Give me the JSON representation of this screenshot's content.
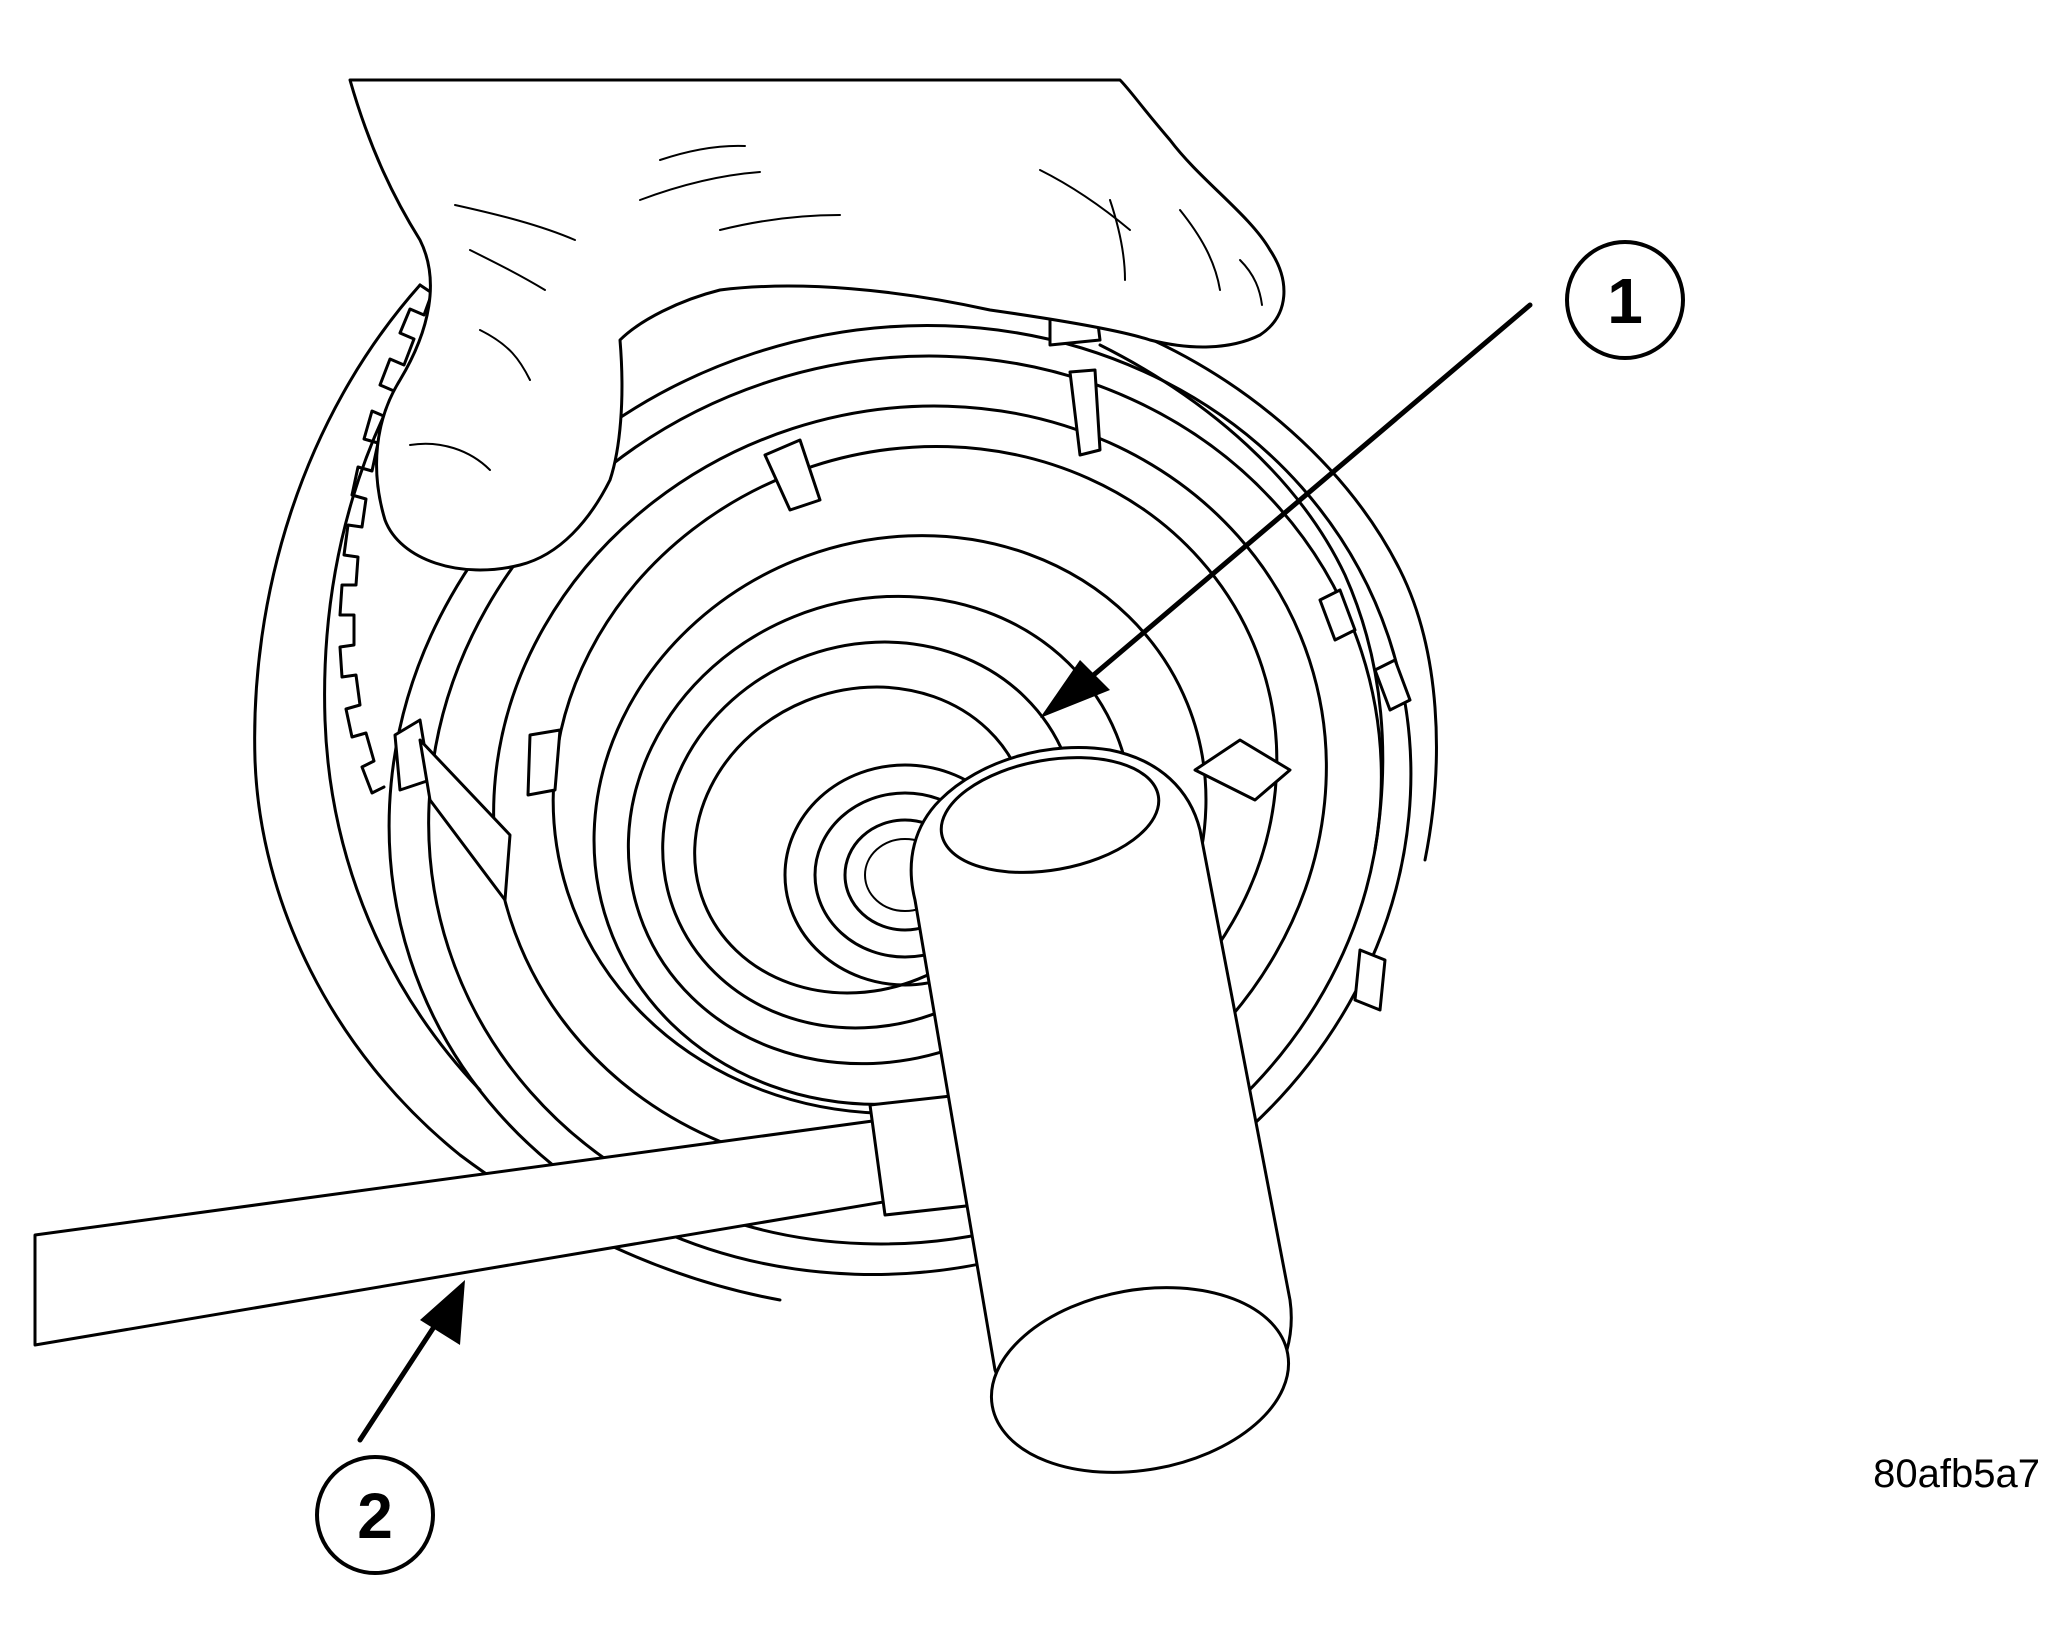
{
  "callouts": [
    {
      "number": "1",
      "target": "hub-bore"
    },
    {
      "number": "2",
      "target": "rod"
    }
  ],
  "figure_code": "80afb5a7",
  "colors": {
    "line": "#000000",
    "background": "#ffffff"
  }
}
